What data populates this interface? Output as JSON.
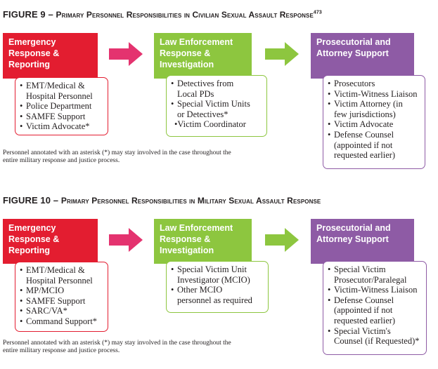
{
  "figure9": {
    "title_prefix": "FIGURE 9 – ",
    "title_caps": "Primary Personnel Responsibilities in Civilian Sexual Assault Response",
    "title_sup": "473",
    "col1": {
      "header": [
        "Emergency",
        "Response &",
        "Reporting"
      ],
      "items": [
        "EMT/Medical &",
        "Hospital Personnel",
        "Police Department",
        "SAMFE Support",
        "Victim Advocate*"
      ]
    },
    "col2": {
      "header": [
        "Law Enforcement",
        "Response &",
        "Investigation"
      ],
      "items": [
        "Detectives from",
        "Local PDs",
        "Special Victim Units",
        "or Detectives*",
        "•Victim Coordinator"
      ]
    },
    "col3": {
      "header": [
        "Prosecutorial and",
        "Attorney Support"
      ],
      "items": [
        "Prosecutors",
        "Victim-Witness Liaison",
        "Victim Attorney (in",
        "few jurisdictions)",
        "Victim Advocate",
        "Defense Counsel",
        "(appointed if not",
        "requested earlier)"
      ]
    },
    "note": [
      "Personnel annotated with an asterisk (*) may stay involved in the case throughout the",
      "entire military response and justice process."
    ]
  },
  "figure10": {
    "title_prefix": "FIGURE 10 – ",
    "title_caps": "Primary Personnel Responsibilities in Military Sexual Assault Response",
    "col1": {
      "header": [
        "Emergency",
        "Response &",
        "Reporting"
      ],
      "items": [
        "EMT/Medical &",
        "Hospital Personnel",
        "MP/MCIO",
        "SAMFE Support",
        "SARC/VA*",
        "Command Support*"
      ]
    },
    "col2": {
      "header": [
        "Law Enforcement",
        "Response &",
        "Investigation"
      ],
      "items": [
        "Special Victim Unit",
        "Investigator (MCIO)",
        "Other MCIO",
        "personnel as required"
      ]
    },
    "col3": {
      "header": [
        "Prosecutorial and",
        "Attorney Support"
      ],
      "items": [
        "Special Victim",
        "Prosecutor/Paralegal",
        "Victim-Witness Liaison",
        "Defense Counsel",
        "(appointed if not",
        "requested earlier)",
        "Special Victim's",
        "Counsel (if Requested)*"
      ]
    },
    "note": [
      "Personnel annotated with an asterisk (*) may stay involved in the case throughout the",
      "entire military response and justice process."
    ]
  },
  "colors": {
    "red": "#e31d30",
    "green": "#8dc63f",
    "purple": "#8e5ba5",
    "arrow_red": "#e4336f",
    "arrow_green": "#8dc63f"
  }
}
